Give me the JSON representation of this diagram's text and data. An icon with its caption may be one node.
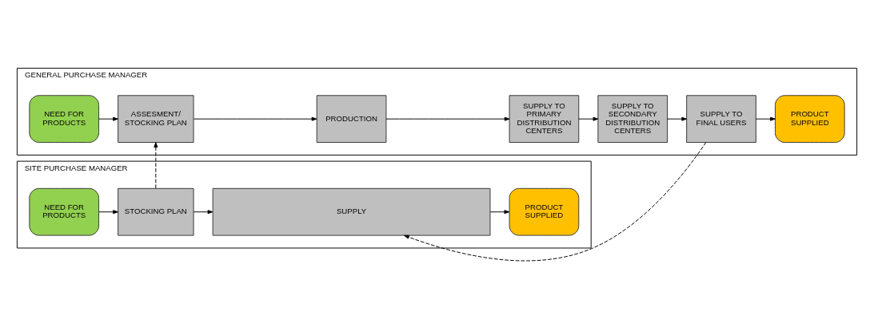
{
  "diagram": {
    "nodes": [
      {
        "text": [
          "GENERAL PURCHASE MANAGER"
        ]
      },
      {
        "text": [
          "NEED FOR PRODUCTS"
        ],
        "in": 0
      },
      {
        "text": [
          "ASSESMENT/ STOCKING PLAN"
        ],
        "in": 0
      },
      {
        "text": [
          "PRODUCTION"
        ],
        "in": 0
      },
      {
        "text": [
          "SUPPLY TO PRIMARY DISTRIBUTION CENTERS"
        ],
        "in": 0
      },
      {
        "text": [
          "SUPPLY TO SECONDARY DISTRIBUTION CENTERS"
        ],
        "in": 0
      },
      {
        "text": [
          "SUPPLY TO FINAL USERS"
        ],
        "in": 0
      },
      {
        "text": [
          "PRODUCT SUPPLIED"
        ],
        "in": 0
      },
      {
        "text": [
          "SITE PURCHASE MANAGER"
        ]
      },
      {
        "text": [
          "NEED FOR PRODUCTS"
        ],
        "in": 8
      },
      {
        "text": [
          "STOCKING PLAN"
        ],
        "in": 8
      },
      {
        "text": [
          "SUPPLY"
        ],
        "in": 8
      },
      {
        "text": [
          "PRODUCT SUPPLIED"
        ],
        "in": 8
      }
    ],
    "edges": [
      {
        "from": 1,
        "to": 2,
        "arrow": "to"
      },
      {
        "from": 2,
        "to": 3,
        "arrow": "to"
      },
      {
        "from": 3,
        "to": 4,
        "arrow": "to"
      },
      {
        "from": 4,
        "to": 5,
        "arrow": "to"
      },
      {
        "from": 5,
        "to": 6,
        "arrow": "to"
      },
      {
        "from": 6,
        "to": 7,
        "arrow": "to"
      },
      {
        "from": 10,
        "to": 2,
        "arrow": "to",
        "style": "dashed"
      },
      {
        "from": 6,
        "to": 11,
        "arrow": "to",
        "style": "dashed"
      },
      {
        "from": 9,
        "to": 10,
        "arrow": "to"
      },
      {
        "from": 10,
        "to": 11,
        "arrow": "to"
      },
      {
        "from": 11,
        "to": 12,
        "arrow": "to"
      }
    ]
  }
}
